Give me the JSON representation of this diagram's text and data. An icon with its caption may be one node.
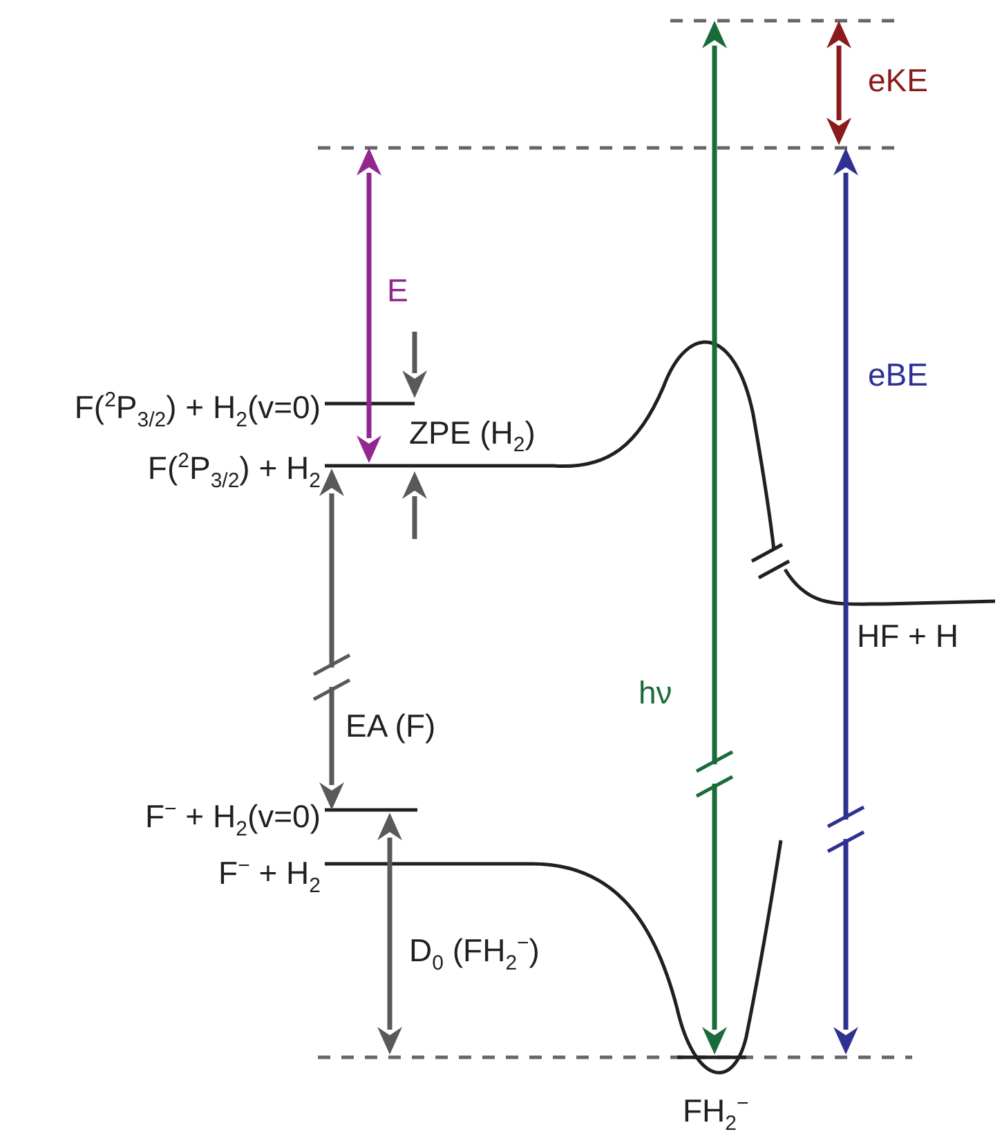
{
  "diagram": {
    "labels": [
      "eKE",
      "E",
      "eBE",
      "F($^{2}$P$_{3/2}$) + H$_{2}$(v=0)",
      "ZPE (H$_{2}$)",
      "F($^{2}$P$_{3/2}$) + H$_{2}$",
      "HF + H",
      "hν",
      "EA (F)",
      "F$^{−}$ + H$_{2}$(v=0)",
      "F$^{−}$ + H$_{2}$",
      "D$_{0}$ (FH$_{2}$$^{−}$)",
      "FH$_{2}$$^{−}$"
    ]
  }
}
